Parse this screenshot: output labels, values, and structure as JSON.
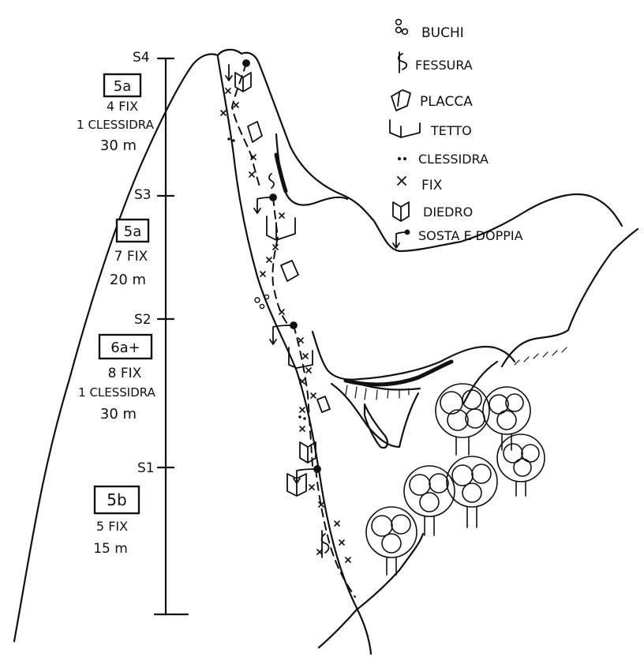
{
  "legend": [
    {
      "symbol": "holes",
      "label": "BUCHI"
    },
    {
      "symbol": "crack",
      "label": "FESSURA"
    },
    {
      "symbol": "slab",
      "label": "PLACCA"
    },
    {
      "symbol": "roof",
      "label": "TETTO"
    },
    {
      "symbol": "thread",
      "label": "CLESSIDRA"
    },
    {
      "symbol": "bolt",
      "label": "FIX"
    },
    {
      "symbol": "dihedral",
      "label": "DIEDRO"
    },
    {
      "symbol": "belay-rappel",
      "label": "SOSTA E DOPPIA"
    }
  ],
  "belays": [
    "S4",
    "S3",
    "S2",
    "S1"
  ],
  "pitches": [
    {
      "grade": "5a",
      "lines": [
        "4 FIX",
        "1 CLESSIDRA",
        "30 m"
      ]
    },
    {
      "grade": "5a",
      "lines": [
        "7 FIX",
        "20 m"
      ]
    },
    {
      "grade": "6a+",
      "lines": [
        "8 FIX",
        "1 CLESSIDRA",
        "30 m"
      ]
    },
    {
      "grade": "5b",
      "lines": [
        "5 FIX",
        "15 m"
      ]
    }
  ],
  "colors": {
    "ink": "#111111",
    "paper": "#ffffff"
  }
}
